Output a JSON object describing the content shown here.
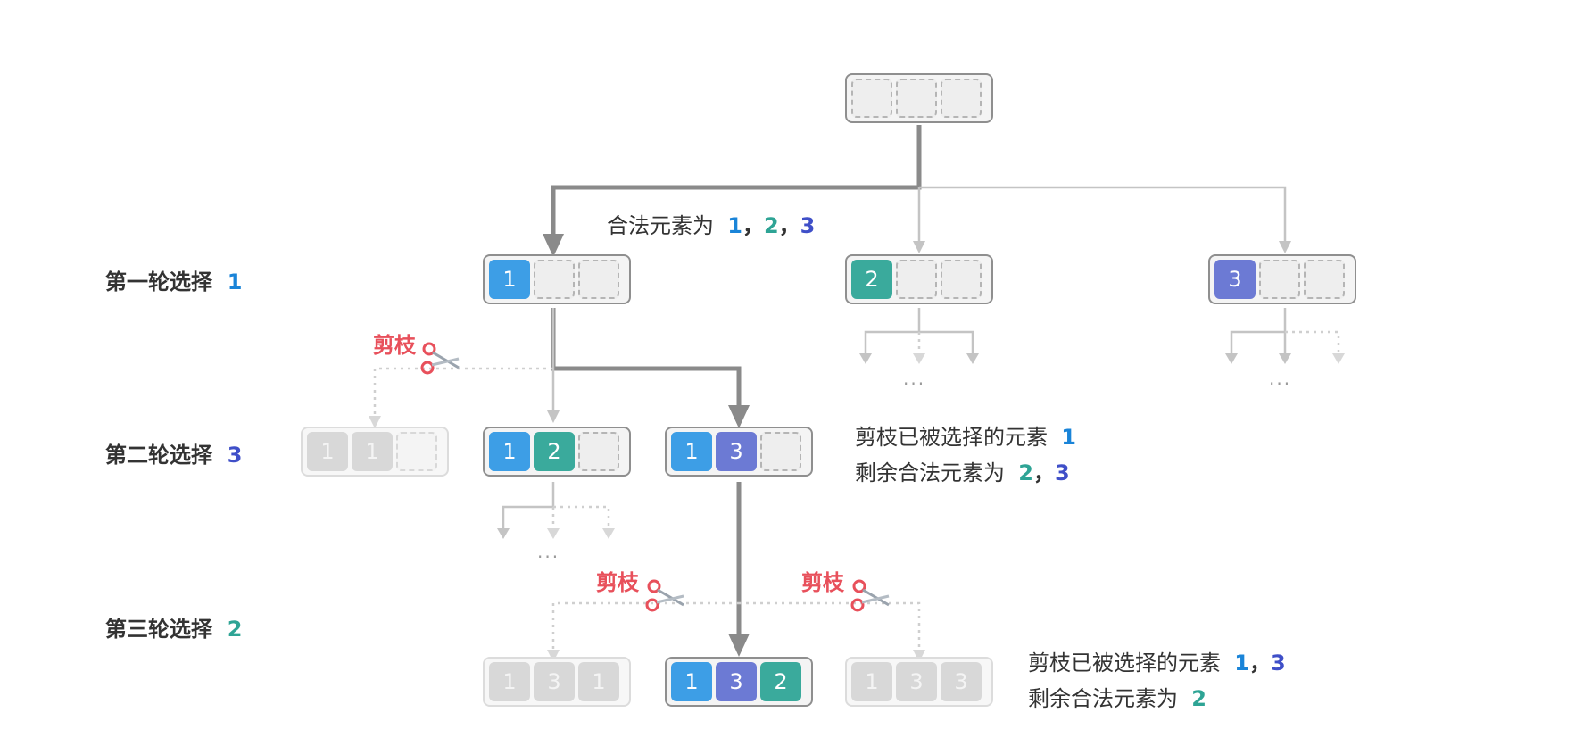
{
  "round_labels": [
    {
      "text": "第一轮选择",
      "value": "1",
      "color": "c1"
    },
    {
      "text": "第二轮选择",
      "value": "3",
      "color": "c3"
    },
    {
      "text": "第三轮选择",
      "value": "2",
      "color": "c2"
    }
  ],
  "notes": {
    "legal": {
      "text": "合法元素为",
      "v1": "1",
      "sep1": "，",
      "v2": "2",
      "sep2": "，",
      "v3": "3"
    },
    "round2_pruned": {
      "text": "剪枝已被选择的元素",
      "v1": "1"
    },
    "round2_remaining": {
      "text": "剩余合法元素为",
      "v1": "2",
      "sep": "，",
      "v2": "3"
    },
    "round3_pruned": {
      "text": "剪枝已被选择的元素",
      "v1": "1",
      "sep": "，",
      "v2": "3"
    },
    "round3_remaining": {
      "text": "剩余合法元素为",
      "v1": "2"
    }
  },
  "prune_label": "剪枝",
  "ellipsis": "···",
  "states": {
    "root": [
      "",
      "",
      ""
    ],
    "r1_a": [
      "1",
      "",
      ""
    ],
    "r1_b": [
      "2",
      "",
      ""
    ],
    "r1_c": [
      "3",
      "",
      ""
    ],
    "r2_pruned": [
      "1",
      "1",
      ""
    ],
    "r2_a": [
      "1",
      "2",
      ""
    ],
    "r2_b": [
      "1",
      "3",
      ""
    ],
    "r3_pruned_a": [
      "1",
      "3",
      "1"
    ],
    "r3_selected": [
      "1",
      "3",
      "2"
    ],
    "r3_pruned_b": [
      "1",
      "3",
      "3"
    ]
  },
  "colors": {
    "value_1": "#3d9ee6",
    "value_2": "#3aaa9c",
    "value_3": "#6c7ad4",
    "prune": "#e8505b",
    "main_path": "#8a8a8a",
    "branch": "#c4c4c4"
  }
}
